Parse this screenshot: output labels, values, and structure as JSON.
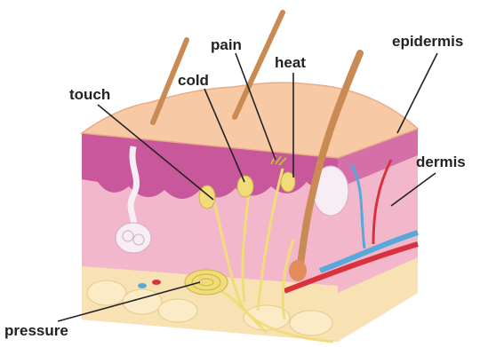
{
  "labels": {
    "pain": "pain",
    "heat": "heat",
    "cold": "cold",
    "touch": "touch",
    "epidermis": "epidermis",
    "dermis": "dermis",
    "pressure": "pressure"
  },
  "colors": {
    "skin_surface": "#f7c9a5",
    "epidermis": "#c9579b",
    "dermis": "#f2b7cb",
    "fat": "#f8e2b3",
    "nerve": "#f1dc7a",
    "hair": "#c98a53",
    "artery": "#d8323e",
    "vein": "#57a9dc",
    "leader_line": "#222222"
  }
}
